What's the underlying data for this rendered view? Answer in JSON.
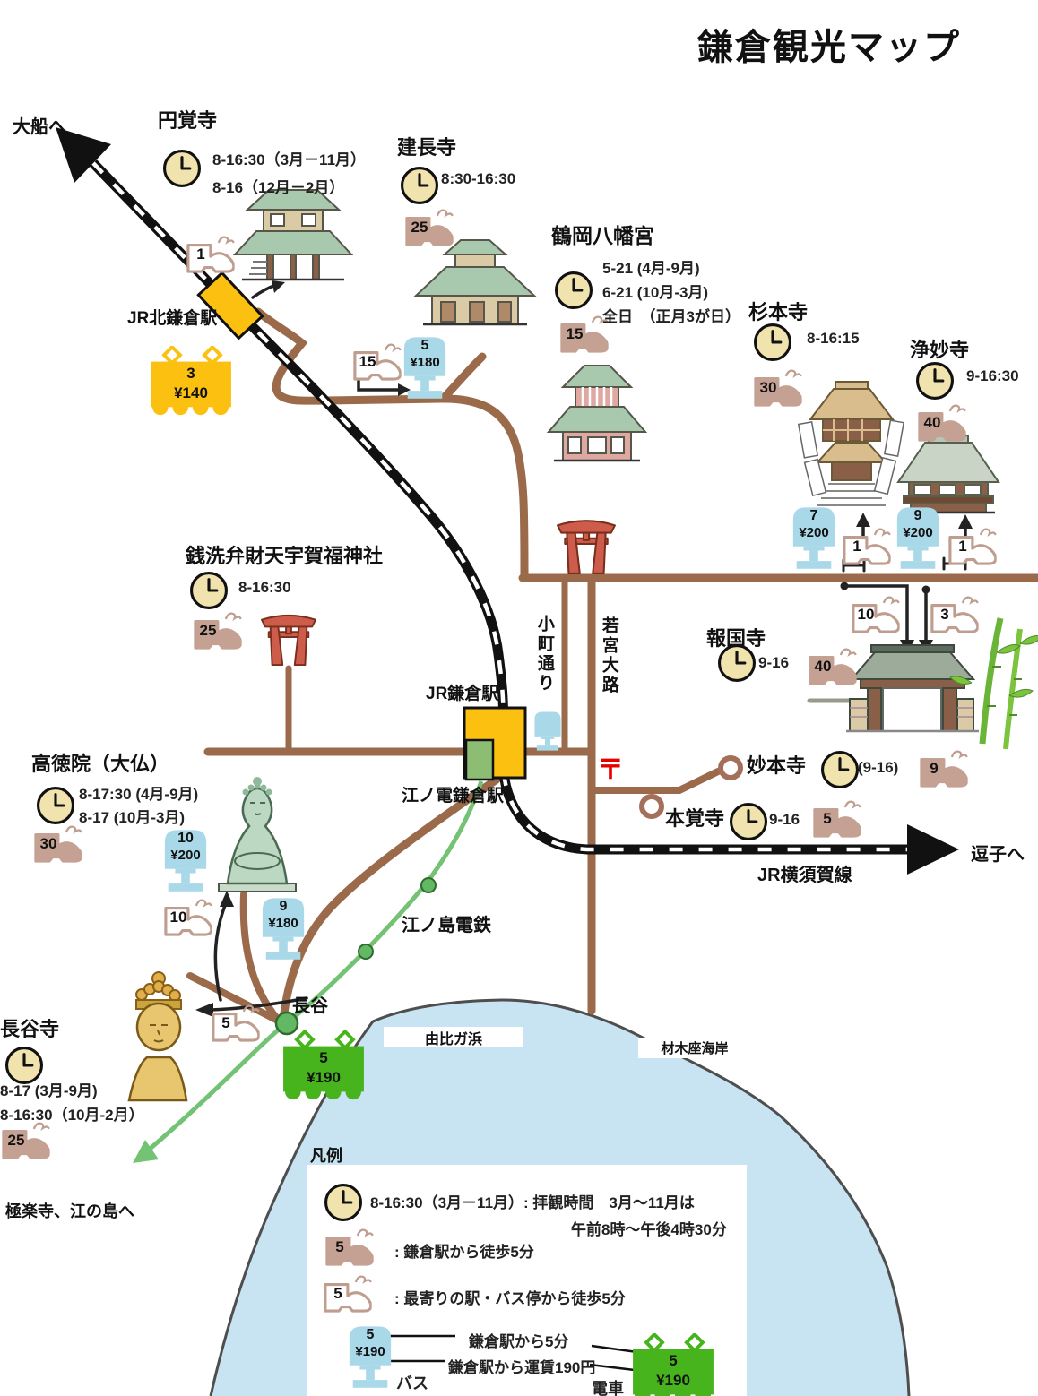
{
  "title": "鎌倉観光マップ",
  "colors": {
    "rail_black": "#111111",
    "road_brown": "#9a6a4a",
    "sea_blue": "#c8e4f2",
    "enoden_green": "#74c274",
    "bus_blue": "#a9d8e9",
    "train_yellow": "#fcc110",
    "train_green": "#47b41e",
    "walk_tan": "#c5a193",
    "clock_face": "#f0e3ae",
    "torii_red": "#cd5c4a"
  },
  "icons": {
    "clock": "clock-icon (拝観時間)",
    "walk_filled": "walk-time-from-kamakura-station-icon",
    "walk_outline": "walk-time-from-nearest-stop-icon",
    "bus": "bus-stop-icon",
    "train": "train-icon",
    "torii": "torii-icon",
    "post_office": "post-office-icon"
  },
  "destinations": {
    "ofuna": "大船へ",
    "zushi": "逗子へ",
    "gokurakuji": "極楽寺、江の島へ"
  },
  "railways": {
    "yokosuka": "JR横須賀線",
    "enoden": "江ノ島電鉄"
  },
  "stations": {
    "kita_kamakura": "JR北鎌倉駅",
    "kamakura": "JR鎌倉駅",
    "enoden_kamakura": "江ノ電鎌倉駅",
    "hase": "長谷"
  },
  "streets": {
    "komachi": "小町通り",
    "wakamiya": "若宮大路"
  },
  "coast": {
    "yuigahama": "由比ガ浜",
    "zaimokuza": "材木座海岸"
  },
  "symbols": {
    "post_office": "〒"
  },
  "trains": {
    "kita_kamakura": {
      "min": "3",
      "fare": "¥140"
    },
    "hase": {
      "min": "5",
      "fare": "¥190"
    }
  },
  "buses": {
    "hase_area": {
      "min": "9",
      "fare": "¥180"
    }
  },
  "temples": {
    "engakuji": {
      "name": "円覚寺",
      "hours1": "8-16:30（3月－11月）",
      "hours2": "8-16（12月－2月）",
      "walk_from_station": "1"
    },
    "kenchoji": {
      "name": "建長寺",
      "hours1": "8:30-16:30",
      "walk": "25",
      "walk_from_station": "15",
      "bus_min": "5",
      "bus_fare": "¥180"
    },
    "hachimangu": {
      "name": "鶴岡八幡宮",
      "hours1": "5-21 (4月-9月)",
      "hours2": "6-21 (10月-3月)",
      "hours3": "全日　（正月3が日）",
      "walk": "15"
    },
    "sugimotodera": {
      "name": "杉本寺",
      "hours1": "8-16:15",
      "walk": "30",
      "bus_min": "7",
      "bus_fare": "¥200",
      "walk_from_bus": "1"
    },
    "jomyoji": {
      "name": "浄妙寺",
      "hours1": "9-16:30",
      "walk": "40",
      "bus_min": "9",
      "bus_fare": "¥200",
      "walk_from_bus": "1"
    },
    "hokokuji": {
      "name": "報国寺",
      "hours1": "9-16",
      "walk": "40",
      "walk_from_bus_a": "10",
      "walk_from_bus_b": "3"
    },
    "zeniarai": {
      "name": "銭洗弁財天宇賀福神社",
      "hours1": "8-16:30",
      "walk": "25"
    },
    "kotokuin": {
      "name": "高徳院（大仏）",
      "hours1": "8-17:30 (4月-9月)",
      "hours2": "8-17 (10月-3月)",
      "walk": "30",
      "bus_min": "10",
      "bus_fare": "¥200",
      "walk_from_bus": "10"
    },
    "hasedera": {
      "name": "長谷寺",
      "hours1": "8-17 (3月-9月)",
      "hours2": "8-16:30（10月-2月）",
      "walk": "25",
      "walk_from_station": "5"
    },
    "myohonji": {
      "name": "妙本寺",
      "hours1": "(9-16)",
      "walk": "9"
    },
    "honkakuji": {
      "name": "本覚寺",
      "hours1": "9-16",
      "walk": "5"
    }
  },
  "legend": {
    "heading": "凡例",
    "clock_line1": "8-16:30（3月－11月）: 拝観時間　3月～11月は",
    "clock_line2": "午前8時～午後4時30分",
    "walk_station_num": "5",
    "walk_station_desc": ": 鎌倉駅から徒歩5分",
    "walk_nearest_num": "5",
    "walk_nearest_desc": ": 最寄りの駅・バス停から徒歩5分",
    "bus_min": "5",
    "bus_fare": "¥190",
    "bus_min_desc": "鎌倉駅から5分",
    "bus_fare_desc": "鎌倉駅から運賃190円",
    "bus_label": "バス",
    "train_min": "5",
    "train_fare": "¥190",
    "train_label": "電車"
  }
}
